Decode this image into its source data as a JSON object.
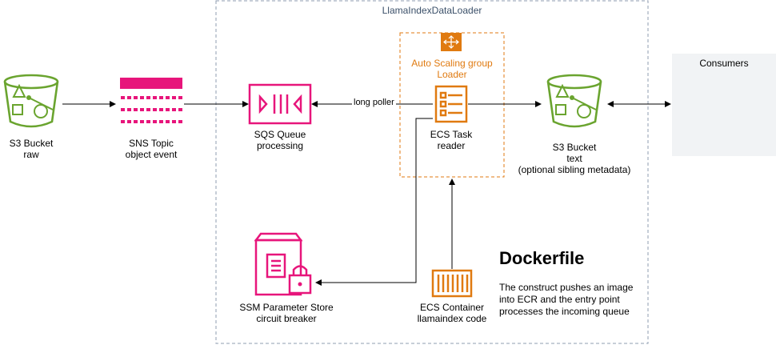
{
  "group": {
    "title": "LlamaIndexDataLoader"
  },
  "nodes": {
    "s3_raw": {
      "title": "S3 Bucket",
      "subtitle": "raw",
      "icon": "s3-bucket-icon"
    },
    "sns": {
      "title": "SNS Topic",
      "subtitle": "object event",
      "icon": "sns-topic-icon"
    },
    "sqs": {
      "title": "SQS Queue",
      "subtitle": "processing",
      "icon": "sqs-queue-icon"
    },
    "ecs_task": {
      "title": "ECS Task",
      "subtitle": "reader",
      "icon": "ecs-task-icon"
    },
    "s3_text": {
      "title": "S3 Bucket",
      "subtitle": "text",
      "note": "(optional sibling metadata)",
      "icon": "s3-bucket-icon"
    },
    "ssm": {
      "title": "SSM Parameter Store",
      "subtitle": "circuit breaker",
      "icon": "ssm-parameter-store-icon"
    },
    "ecs_container": {
      "title": "ECS Container",
      "subtitle": "llamaindex code",
      "icon": "ecs-container-icon"
    },
    "consumers": {
      "title": "Consumers"
    }
  },
  "asg": {
    "line1": "Auto Scaling group",
    "line2": "Loader",
    "icon": "auto-scaling-icon"
  },
  "edges": {
    "long_poller": "long poller"
  },
  "dockerfile": {
    "title": "Dockerfile",
    "body": "The construct pushes an image into ECR and the entry point processes the incoming queue"
  },
  "colors": {
    "green": "#6aa42f",
    "pink": "#e7157b",
    "orange": "#e07a10",
    "group_border": "#8f9db0",
    "consumers_bg": "#f1f3f5"
  }
}
